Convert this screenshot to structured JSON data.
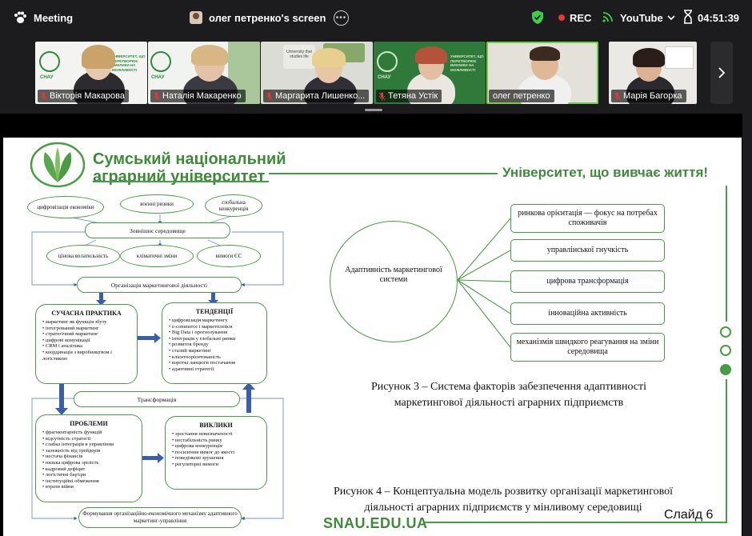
{
  "topbar": {
    "app_title": "Meeting",
    "share_label": "олег петренко's screen",
    "rec_label": "REC",
    "youtube_label": "YouTube",
    "clock": "04:51:39",
    "colors": {
      "security": "#3ccf4e",
      "rec": "#e53935"
    }
  },
  "participants": [
    {
      "name": "Вікторія Макарова",
      "muted": true
    },
    {
      "name": "Наталія Макаренко",
      "muted": true
    },
    {
      "name": "Маргарита Лишенко...",
      "muted": true
    },
    {
      "name": "Тетяна Устік",
      "muted": true
    },
    {
      "name": "олег петренко",
      "muted": false,
      "active": true
    },
    {
      "name": "Марія Багорка",
      "muted": true
    }
  ],
  "tile_logo_texts": {
    "cnay": "СНАУ",
    "slogan": "УНІВЕРСИТЕТ, ЩО ПЕРЕТВОРЮЄ ВИКЛИКИ НА МОЖЛИВОСТІ",
    "banner": "University that studies life"
  },
  "slide": {
    "university_line1": "Сумський національний",
    "university_line2": "аграрний університет",
    "motto": "Університет, що вивчає життя!",
    "website": "SNAU.EDU.UA",
    "slide_number": "Слайд 6",
    "figure3": {
      "center": "Адаптивність маркетингової системи",
      "factors": [
        "ринкова орієнтація — фокус на потребах споживачів",
        "управлінської гнучкість",
        "цифрова трансформація",
        "інноваційна активність",
        "механізмів швидкого реагування на зміни середовища"
      ],
      "caption_line1": "Рисунок 3 – Система факторів забезпечення адаптивності",
      "caption_line2": "маркетингової діяльності аграрних підприємств"
    },
    "figure4": {
      "top_ovals": [
        "цифровізація економіки",
        "воєнні ризики",
        "глобальна конкуренція"
      ],
      "external_env": "Зовнішнє середовище",
      "mid_ovals": [
        "цінова волатильність",
        "кліматичні зміни",
        "вимоги ЄС"
      ],
      "organization": "Організація маркетингової діяльності",
      "current_practice": {
        "title": "СУЧАСНА ПРАКТИКА",
        "items": [
          "маркетинг як функція збуту",
          "інтегрований маркетинг",
          "стратегічний маркетинг",
          "цифрові комунікації",
          "CRM і аналітика",
          "координація з виробництвом і логістикою"
        ]
      },
      "trends": {
        "title": "ТЕНДЕНЦІЇ",
        "items": [
          "цифровізація маркетингу",
          "e-commerce і маркетплейси",
          "Big Data і прогнозування",
          "інтеграція у глобальні ринки",
          "розвиток бренду",
          "сталий маркетинг",
          "клієнтоорієнтованість",
          "короткі ланцюги постачання",
          "адаптивні стратегії"
        ]
      },
      "transformation": "Трансформація",
      "problems": {
        "title": "ПРОБЛЕМИ",
        "items": [
          "фрагментарність функцій",
          "відсутність стратегії",
          "слабка інтеграція в управління",
          "залежність від трейдерів",
          "нестача фінансів",
          "низька цифрова зрілість",
          "кадровий дефіцит",
          "логістичні бар'єри",
          "інституційні обмеження",
          "втрати війни"
        ]
      },
      "challenges": {
        "title": "ВИКЛИКИ",
        "items": [
          "зростання невизначеності",
          "нестабільність ринку",
          "цифрова конкуренція",
          "посилення вимог до якості",
          "поведінкові зрушення",
          "регуляторні вимоги"
        ]
      },
      "mechanism": "Формування організаційно-економічного механізму адаптивного маркетинг-управління",
      "caption_line1": "Рисунок 4 – Концептуальна модель розвитку організації маркетингової",
      "caption_line2": "діяльності аграрних підприємств у мінливому середовищі"
    },
    "colors": {
      "brand_green": "#3f8a3a",
      "arrow_blue": "#3a5fa8"
    }
  }
}
